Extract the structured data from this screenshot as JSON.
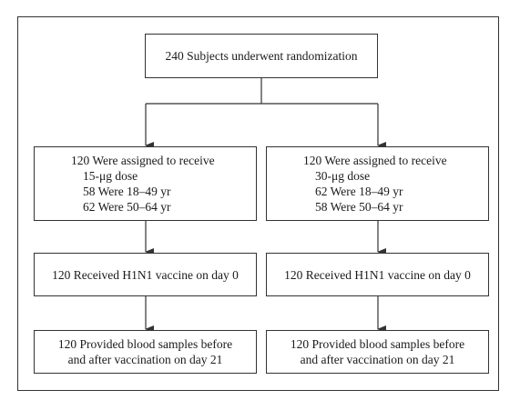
{
  "randomization": {
    "text": "240 Subjects underwent randomization"
  },
  "left": {
    "assign_line1": "120 Were assigned to receive",
    "assign_line2": "15-μg dose",
    "assign_line3": "58 Were 18–49 yr",
    "assign_line4": "62 Were 50–64 yr",
    "vaccine": "120 Received H1N1 vaccine on day 0",
    "blood_line1": "120 Provided blood samples before",
    "blood_line2": "and after vaccination on day 21"
  },
  "right": {
    "assign_line1": "120 Were assigned to receive",
    "assign_line2": "30-μg dose",
    "assign_line3": "62 Were 18–49 yr",
    "assign_line4": "58 Were 50–64 yr",
    "vaccine": "120 Received H1N1 vaccine on day 0",
    "blood_line1": "120 Provided blood samples before",
    "blood_line2": "and after vaccination on day 21"
  },
  "colors": {
    "line": "#333333",
    "text": "#1a1a1a"
  }
}
